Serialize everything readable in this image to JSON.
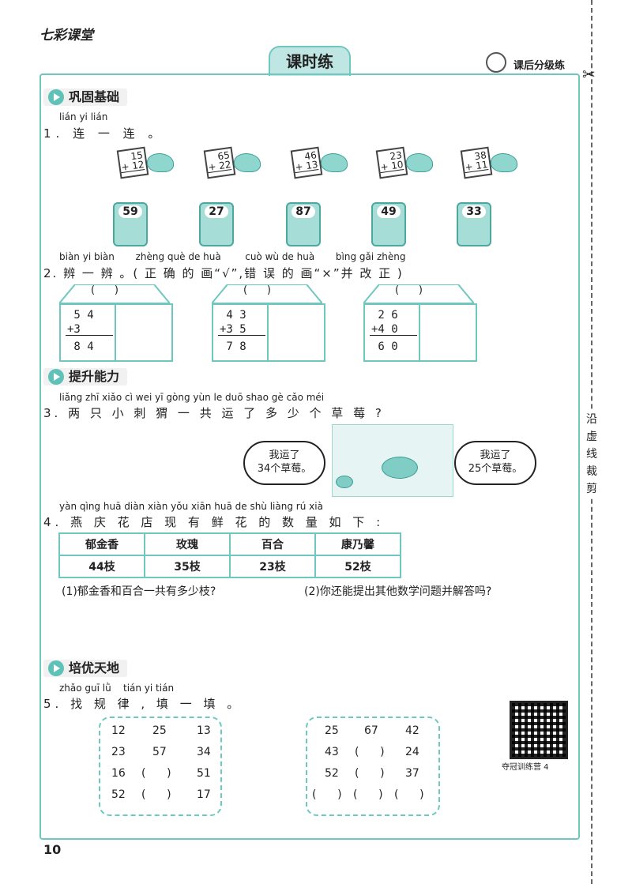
{
  "header": {
    "brand": "七彩课堂",
    "title": "课时练",
    "right_tag": "课后分级练"
  },
  "cut_text": "沿虚线裁剪",
  "sections": {
    "s1": "巩固基础",
    "s2": "提升能力",
    "s3": "培优天地"
  },
  "q1": {
    "pinyin": "lián yi lián",
    "text": "1. 连 一 连 。",
    "cards": [
      {
        "a": "15",
        "b": "+ 12"
      },
      {
        "a": "65",
        "b": "+ 22"
      },
      {
        "a": "46",
        "b": "+ 13"
      },
      {
        "a": "23",
        "b": "+ 10"
      },
      {
        "a": "38",
        "b": "+ 11"
      }
    ],
    "boxes": [
      "59",
      "27",
      "87",
      "49",
      "33"
    ]
  },
  "q2": {
    "pinyin": "biàn yi biàn       zhèng què de huà        cuò wù de huà       bìng gǎi zhèng",
    "text": "2. 辨 一 辨 。( 正  确 的 画“√”,错 误 的 画“×”并 改  正 )",
    "paren": "(      )",
    "houses": [
      {
        "top": " 5 4",
        "mid": "+3",
        "res": " 8 4"
      },
      {
        "top": " 4 3",
        "mid": "+3 5",
        "res": " 7 8"
      },
      {
        "top": " 2 6",
        "mid": "+4 0",
        "res": " 6 0"
      }
    ]
  },
  "q3": {
    "pinyin": "liǎng zhī xiǎo cì wei yī gòng yùn le duō shao gè cǎo méi",
    "text": "3. 两 只 小 刺 猬 一 共 运 了 多 少 个 草 莓 ?",
    "bubble_left": [
      "我运了",
      "34个草莓。"
    ],
    "bubble_right": [
      "我运了",
      "25个草莓。"
    ]
  },
  "q4": {
    "pinyin": "yàn qìng huā diàn xiàn yǒu xiān huā de shù liàng rú xià",
    "text": "4. 燕 庆 花 店 现 有 鲜 花 的 数 量 如 下 :",
    "headers": [
      "郁金香",
      "玫瑰",
      "百合",
      "康乃馨"
    ],
    "values": [
      "44枝",
      "35枝",
      "23枝",
      "52枝"
    ],
    "sub1": "(1)郁金香和百合一共有多少枝?",
    "sub2": "(2)你还能提出其他数学问题并解答吗?"
  },
  "q5": {
    "pinyin": "zhǎo guī lǜ    tián yi tián",
    "text": "5. 找 规 律 , 填 一 填 。",
    "grid1": [
      [
        "12",
        "25",
        "13"
      ],
      [
        "23",
        "57",
        "34"
      ],
      [
        "16",
        "(      )",
        "51"
      ],
      [
        "52",
        "(      )",
        "17"
      ]
    ],
    "grid2": [
      [
        "25",
        "67",
        "42"
      ],
      [
        "43",
        "(      )",
        "24"
      ],
      [
        "52",
        "(      )",
        "37"
      ],
      [
        "(      )",
        "(      )",
        "(      )"
      ]
    ]
  },
  "qr_caption": "夺冠训练营 4",
  "page_number": "10"
}
